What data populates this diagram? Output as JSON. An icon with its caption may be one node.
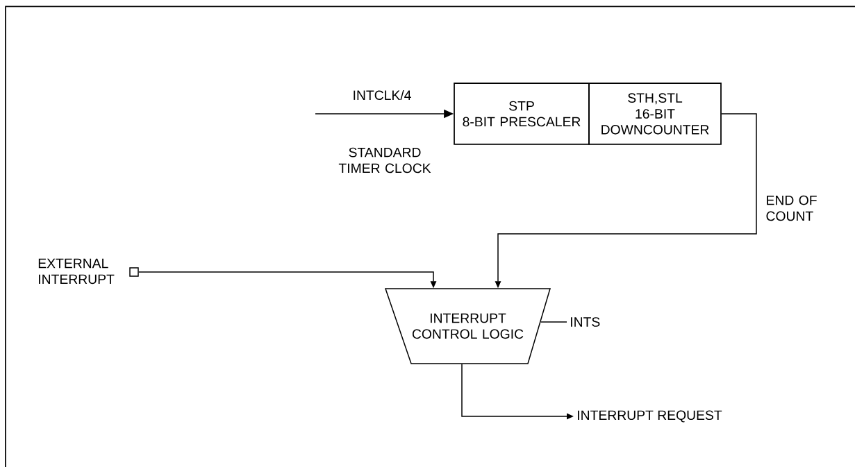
{
  "diagram": {
    "nodes": [
      {
        "text": [
          "STP",
          "8-BIT PRESCALER"
        ]
      },
      {
        "text": [
          "STH,STL",
          "16-BIT DOWNCOUNTER"
        ]
      },
      {
        "text": [
          "INTERRUPT CONTROL LOGIC"
        ]
      },
      {
        "text": [],
        "shape": "box",
        "beside": [
          "EXTERNAL INTERRUPT"
        ]
      },
      {
        "text": [
          "INTS"
        ]
      },
      {
        "text": [
          "INTERRUPT REQUEST"
        ]
      }
    ],
    "edges": [
      {
        "from": null,
        "to": 0,
        "arrow": "to",
        "label": "INTCLK/4"
      },
      {
        "from": 1,
        "to": 2,
        "arrow": "to",
        "label": "END OF COUNT"
      },
      {
        "from": 3,
        "to": 2,
        "arrow": "to"
      },
      {
        "from": 2,
        "to": 4,
        "arrow": "none"
      },
      {
        "from": 2,
        "to": 5,
        "arrow": "to"
      }
    ],
    "labels": [
      "STANDARD TIMER CLOCK"
    ]
  }
}
